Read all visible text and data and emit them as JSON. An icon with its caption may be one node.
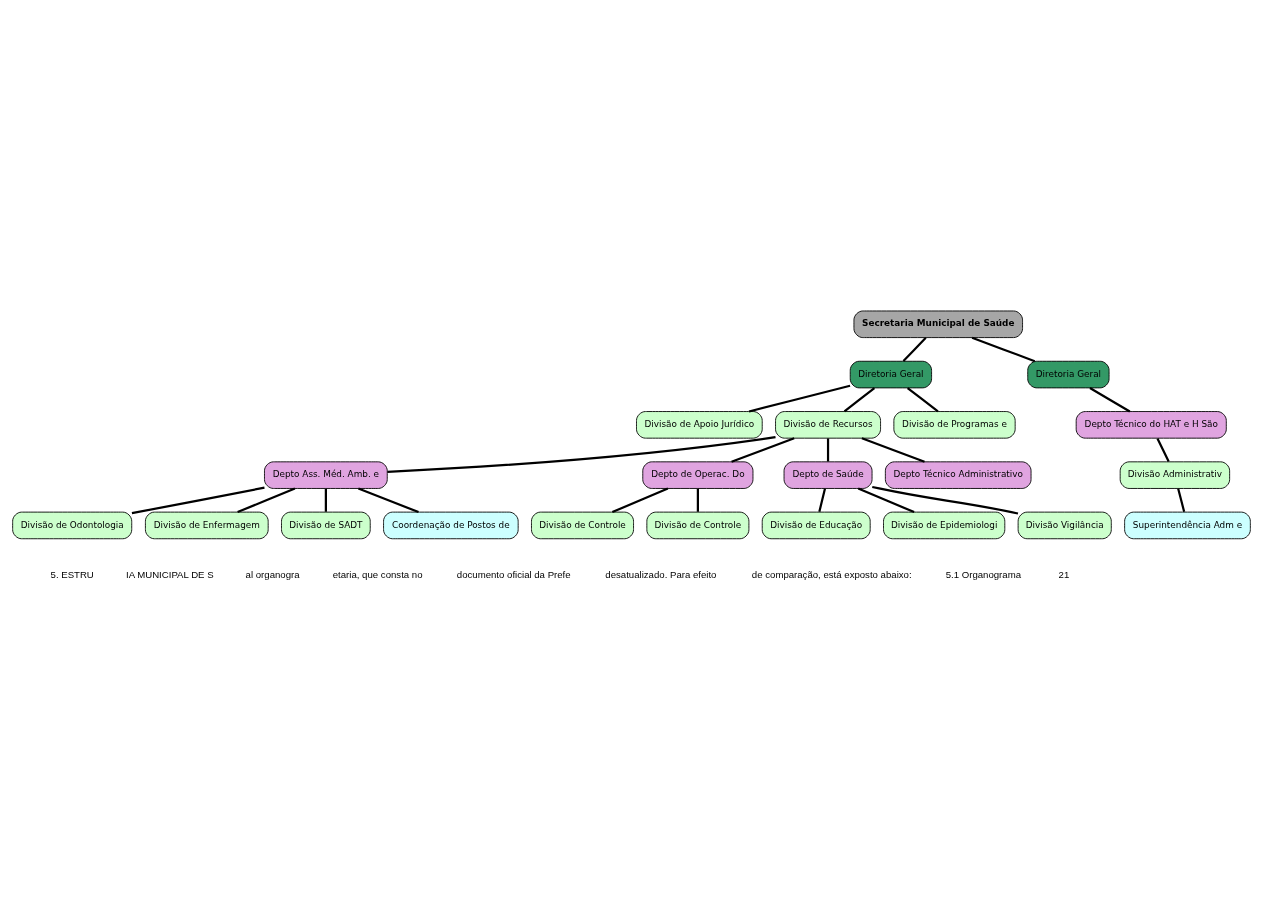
{
  "diagram": {
    "nodes": [
      {
        "text": [
          "Secretaria Municipal de Saúde"
        ]
      },
      {
        "text": [
          "Diretoria Geral"
        ]
      },
      {
        "text": [
          "Diretoria Geral"
        ]
      },
      {
        "text": [
          "Divisão de Apoio Jurídico"
        ]
      },
      {
        "text": [
          "Divisão de Recursos"
        ]
      },
      {
        "text": [
          "Divisão de Programas e"
        ]
      },
      {
        "text": [
          "Depto Ass. Méd. Amb. e"
        ]
      },
      {
        "text": [
          "Depto de Operac. Do"
        ]
      },
      {
        "text": [
          "Depto de Saúde"
        ]
      },
      {
        "text": [
          "Depto Técnico Administrativo"
        ]
      },
      {
        "text": [
          "Depto Técnico do HAT e H São"
        ]
      },
      {
        "text": [
          "Divisão de Odontologia"
        ]
      },
      {
        "text": [
          "Divisão de Enfermagem"
        ]
      },
      {
        "text": [
          "Divisão de SADT"
        ]
      },
      {
        "text": [
          "Coordenação de Postos de"
        ]
      },
      {
        "text": [
          "Divisão de Controle"
        ]
      },
      {
        "text": [
          "Divisão de Controle"
        ]
      },
      {
        "text": [
          "Divisão de Educação"
        ]
      },
      {
        "text": [
          "Divisão de Epidemiologi"
        ]
      },
      {
        "text": [
          "Divisão Vigilância"
        ]
      },
      {
        "text": [
          "Divisão Administrativ"
        ]
      },
      {
        "text": [
          "Superintendência Adm e"
        ]
      }
    ],
    "edges": [
      {
        "from": 0,
        "to": 1,
        "arrow": "none"
      },
      {
        "from": 0,
        "to": 2,
        "arrow": "none"
      },
      {
        "from": 1,
        "to": 3,
        "arrow": "none"
      },
      {
        "from": 1,
        "to": 4,
        "arrow": "none"
      },
      {
        "from": 1,
        "to": 5,
        "arrow": "none"
      },
      {
        "from": 4,
        "to": 6,
        "arrow": "none"
      },
      {
        "from": 4,
        "to": 7,
        "arrow": "none"
      },
      {
        "from": 4,
        "to": 8,
        "arrow": "none"
      },
      {
        "from": 4,
        "to": 9,
        "arrow": "none"
      },
      {
        "from": 2,
        "to": 10,
        "arrow": "none"
      },
      {
        "from": 6,
        "to": 11,
        "arrow": "none"
      },
      {
        "from": 6,
        "to": 12,
        "arrow": "none"
      },
      {
        "from": 6,
        "to": 13,
        "arrow": "none"
      },
      {
        "from": 6,
        "to": 14,
        "arrow": "none"
      },
      {
        "from": 7,
        "to": 15,
        "arrow": "none"
      },
      {
        "from": 7,
        "to": 16,
        "arrow": "none"
      },
      {
        "from": 8,
        "to": 17,
        "arrow": "none"
      },
      {
        "from": 8,
        "to": 18,
        "arrow": "none"
      },
      {
        "from": 8,
        "to": 19,
        "arrow": "none"
      },
      {
        "from": 10,
        "to": 20,
        "arrow": "none"
      },
      {
        "from": 20,
        "to": 21,
        "arrow": "none"
      }
    ],
    "labels": [
      "5. ESTRU",
      "IA MUNICIPAL DE S",
      "al organogra",
      "etaria, que consta no",
      "documento oficial da Prefe",
      "desatualizado. Para efeito",
      "de comparação, está exposto abaixo:",
      "5.1 Organograma",
      "21"
    ]
  }
}
